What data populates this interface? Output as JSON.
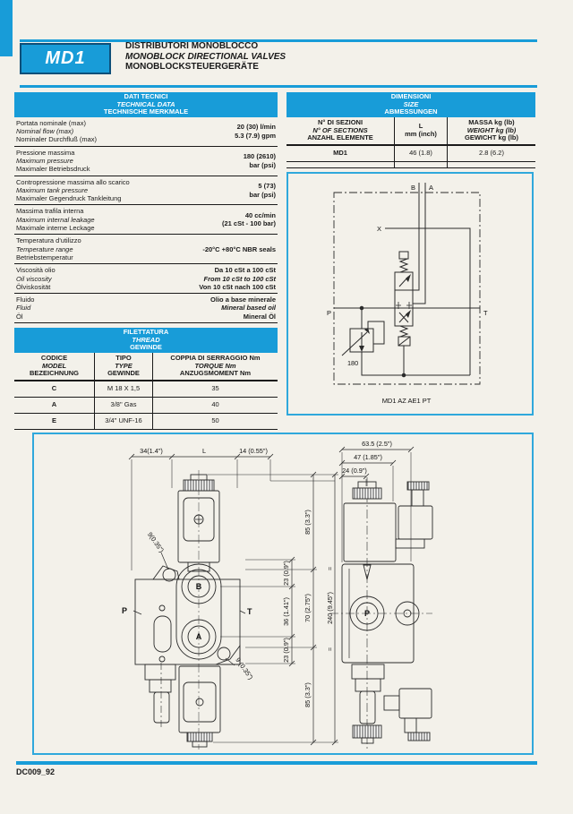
{
  "header": {
    "model": "MD1",
    "title_it": "DISTRIBUTORI MONOBLOCCO",
    "title_en": "MONOBLOCK DIRECTIONAL VALVES",
    "title_de": "MONOBLOCKSTEUERGERÄTE"
  },
  "colors": {
    "accent": "#189cd8",
    "box_border": "#2fa8dc",
    "md1_border": "#0d4f79"
  },
  "tech_table": {
    "header": [
      "DATI TECNICI",
      "TECHNICAL DATA",
      "TECHNISCHE MERKMALE"
    ],
    "rows": [
      {
        "label": [
          "Portata nominale (max)",
          "Nominal flow (max)",
          "Nominaler Durchfluß (max)"
        ],
        "value": [
          "20 (30) l/min",
          "5.3 (7.9) gpm"
        ]
      },
      {
        "label": [
          "Pressione massima",
          "Maximum pressure",
          "Maximaler Betriebsdruck"
        ],
        "value": [
          "180 (2610)",
          "bar (psi)"
        ]
      },
      {
        "label": [
          "Contropressione massima allo scarico",
          "Maximum tank pressure",
          "Maximaler Gegendruck Tankleitung"
        ],
        "value": [
          "5 (73)",
          "bar (psi)"
        ]
      },
      {
        "label": [
          "Massima trafila interna",
          "Maximum internal leakage",
          "Maximale interne Leckage"
        ],
        "value": [
          "40 cc/min",
          "(21 cSt - 100 bar)"
        ]
      },
      {
        "label": [
          "Temperatura d'utilizzo",
          "Temperature range",
          "Betriebstemperatur"
        ],
        "value": [
          "-20°C +80°C NBR seals"
        ]
      },
      {
        "label": [
          "Viscosità olio",
          "Oil viscosity",
          "Ölviskosität"
        ],
        "value": [
          "Da 10 cSt a 100 cSt",
          "From 10 cSt to 100 cSt",
          "Von 10 cSt nach 100 cSt"
        ]
      },
      {
        "label": [
          "Fluido",
          "Fluid",
          "Öl"
        ],
        "value": [
          "Olio a base minerale",
          "Mineral based oil",
          "Mineral Öl"
        ]
      }
    ]
  },
  "thread_table": {
    "header": [
      "FILETTATURA",
      "THREAD",
      "GEWINDE"
    ],
    "columns": [
      [
        "CODICE",
        "MODEL",
        "BEZEICHNUNG"
      ],
      [
        "TIPO",
        "TYPE",
        "GEWINDE"
      ],
      [
        "COPPIA DI SERRAGGIO Nm",
        "TORQUE Nm",
        "ANZUGSMOMENT Nm"
      ]
    ],
    "rows": [
      [
        "C",
        "M 18 X 1,5",
        "35"
      ],
      [
        "A",
        "3/8\" Gas",
        "40"
      ],
      [
        "E",
        "3/4\" UNF-16",
        "50"
      ]
    ]
  },
  "size_table": {
    "header": [
      "DIMENSIONI",
      "SIZE",
      "ABMESSUNGEN"
    ],
    "columns": [
      [
        "N° DI SEZIONI",
        "N° OF SECTIONS",
        "ANZAHL ELEMENTE"
      ],
      [
        "L",
        "mm (inch)"
      ],
      [
        "MASSA kg (lb)",
        "WEIGHT kg (lb)",
        "GEWICHT kg (lb)"
      ]
    ],
    "rows": [
      [
        "MD1",
        "46 (1.8)",
        "2.8 (6.2)"
      ]
    ]
  },
  "schematic": {
    "caption": "MD1 AZ AE1 PT",
    "port_b": "B",
    "port_a": "A",
    "port_x": "X",
    "port_p": "P",
    "port_t": "T",
    "relief_setting": "180"
  },
  "drawing": {
    "front": {
      "dim_34": "34(1.4\")",
      "dim_L": "L",
      "dim_14": "14 (0.55\")",
      "hole_top": "9(0.35\")",
      "hole_bottom": "9 (0.35\")",
      "port_p": "P",
      "port_t": "T",
      "port_b": "B",
      "port_a": "A"
    },
    "side": {
      "dim_635": "63.5 (2.5\")",
      "dim_47": "47 (1.85\")",
      "dim_24": "24 (0.9\")",
      "port_p": "P"
    },
    "vdims": {
      "d23a": "23 (0.9\")",
      "d36": "36 (1.41\")",
      "d23b": "23 (0.9\")",
      "d85a": "85 (3.3\")",
      "d70": "70 (2.75\")",
      "d85b": "85 (3.3\")",
      "d240": "240 (9.45\")",
      "eq": "="
    }
  },
  "footer": {
    "code": "DC009_92"
  }
}
